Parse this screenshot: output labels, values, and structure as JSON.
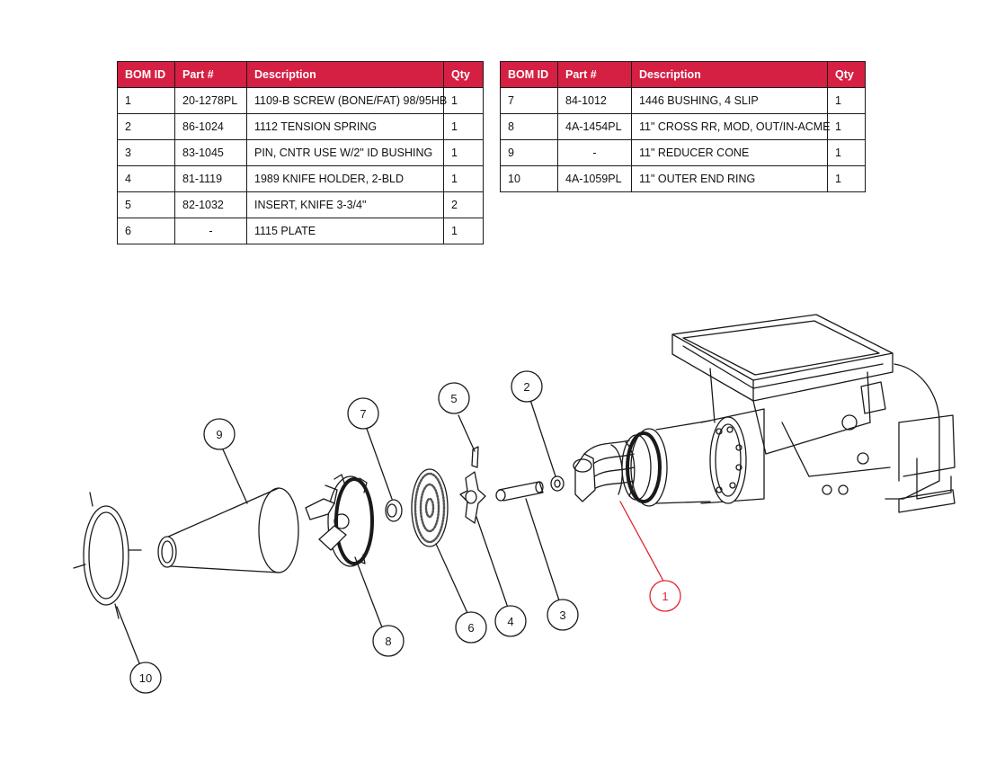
{
  "bom_headers": {
    "id": "BOM ID",
    "part": "Part #",
    "desc": "Description",
    "qty": "Qty"
  },
  "bom_left": [
    {
      "id": "1",
      "part": "20-1278PL",
      "desc": "1109-B SCREW (BONE/FAT) 98/95HB",
      "qty": "1"
    },
    {
      "id": "2",
      "part": "86-1024",
      "desc": "1112 TENSION SPRING",
      "qty": "1"
    },
    {
      "id": "3",
      "part": "83-1045",
      "desc": "PIN, CNTR USE W/2\" ID BUSHING",
      "qty": "1"
    },
    {
      "id": "4",
      "part": "81-1119",
      "desc": "1989 KNIFE HOLDER, 2-BLD",
      "qty": "1"
    },
    {
      "id": "5",
      "part": "82-1032",
      "desc": "INSERT, KNIFE 3-3/4\"",
      "qty": "2"
    },
    {
      "id": "6",
      "part": "-",
      "desc": "1115 PLATE",
      "qty": "1"
    }
  ],
  "bom_right": [
    {
      "id": "7",
      "part": "84-1012",
      "desc": "1446 BUSHING, 4 SLIP",
      "qty": "1"
    },
    {
      "id": "8",
      "part": "4A-1454PL",
      "desc": "11\" CROSS RR, MOD, OUT/IN-ACME",
      "qty": "1"
    },
    {
      "id": "9",
      "part": "-",
      "desc": "11\" REDUCER CONE",
      "qty": "1"
    },
    {
      "id": "10",
      "part": "4A-1059PL",
      "desc": "11\" OUTER END RING",
      "qty": "1"
    }
  ],
  "callouts": {
    "c1": "1",
    "c2": "2",
    "c3": "3",
    "c4": "4",
    "c5": "5",
    "c6": "6",
    "c7": "7",
    "c8": "8",
    "c9": "9",
    "c10": "10"
  },
  "colors": {
    "header": "#d51f43",
    "highlight": "#e0242f",
    "line": "#1a1a1a"
  }
}
